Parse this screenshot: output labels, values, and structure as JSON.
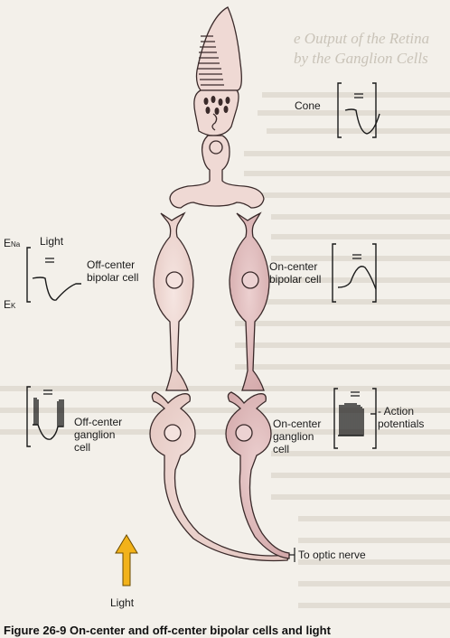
{
  "labels": {
    "cone": "Cone",
    "e_na": "E",
    "e_na_sub": "Na",
    "e_k": "E",
    "e_k_sub": "K",
    "light_top": "Light",
    "off_bipolar": "Off-center\nbipolar cell",
    "on_bipolar": "On-center\nbipolar cell",
    "off_ganglion": "Off-center\nganglion\ncell",
    "on_ganglion": "On-center\nganglion\ncell",
    "action_potentials": "- Action\n  potentials",
    "optic_nerve": "To optic nerve",
    "light_bottom": "Light"
  },
  "background_text": {
    "heading_1": "e Output of the Retina",
    "heading_2": "by the Ganglion Cells"
  },
  "caption": "Figure 26-9  On-center and off-center bipolar cells and light",
  "colors": {
    "cell_light": "#eed7d2",
    "cell_dark": "#e0bcbc",
    "outline": "#3a2a2a",
    "arrow": "#f2b21a",
    "bg_text": "#b8b2a8"
  }
}
